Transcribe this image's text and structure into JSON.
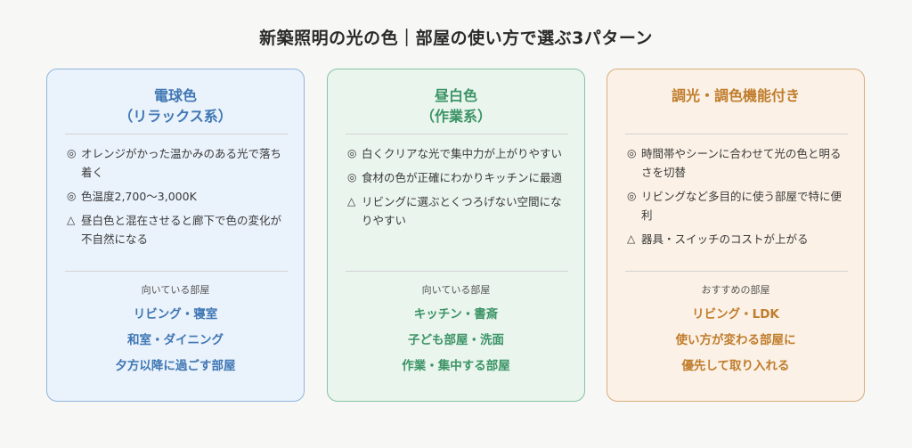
{
  "title": "新築照明の光の色｜部屋の使い方で選ぶ3パターン",
  "cards": [
    {
      "title_line1": "電球色",
      "title_line2": "（リラックス系）",
      "points": [
        {
          "mark": "◎",
          "text": "オレンジがかった温かみのある光で落ち着く"
        },
        {
          "mark": "◎",
          "text": "色温度2,700〜3,000K"
        },
        {
          "mark": "△",
          "text": "昼白色と混在させると廊下で色の変化が不自然になる"
        }
      ],
      "section_label": "向いている部屋",
      "rooms": [
        "リビング・寝室",
        "和室・ダイニング",
        "夕方以降に過ごす部屋"
      ],
      "color": "#3f77b4"
    },
    {
      "title_line1": "昼白色",
      "title_line2": "（作業系）",
      "points": [
        {
          "mark": "◎",
          "text": "白くクリアな光で集中力が上がりやすい"
        },
        {
          "mark": "◎",
          "text": "食材の色が正確にわかりキッチンに最適"
        },
        {
          "mark": "△",
          "text": "リビングに選ぶとくつろげない空間になりやすい"
        }
      ],
      "section_label": "向いている部屋",
      "rooms": [
        "キッチン・書斎",
        "子ども部屋・洗面",
        "作業・集中する部屋"
      ],
      "color": "#3c9466"
    },
    {
      "title_line1": "調光・調色機能付き",
      "title_line2": "",
      "points": [
        {
          "mark": "◎",
          "text": "時間帯やシーンに合わせて光の色と明るさを切替"
        },
        {
          "mark": "◎",
          "text": "リビングなど多目的に使う部屋で特に便利"
        },
        {
          "mark": "△",
          "text": "器具・スイッチのコストが上がる"
        }
      ],
      "section_label": "おすすめの部屋",
      "rooms": [
        "リビング・LDK",
        "使い方が変わる部屋に",
        "優先して取り入れる"
      ],
      "color": "#c07d2c"
    }
  ]
}
